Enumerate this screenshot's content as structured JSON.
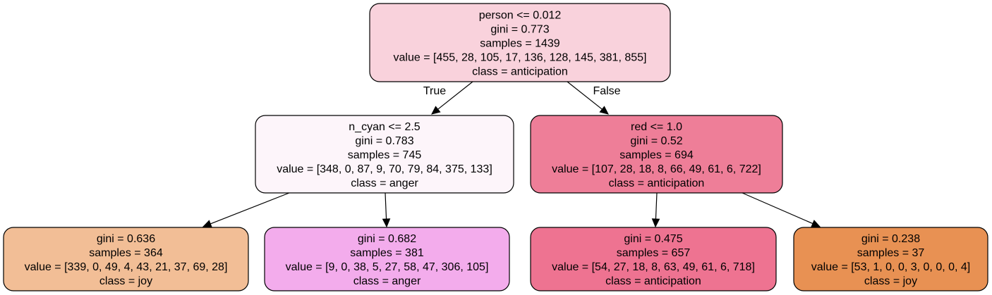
{
  "tree": {
    "nodes": [
      {
        "id": "root",
        "color": "#f9d2dc",
        "lines": [
          "person <= 0.012",
          "gini = 0.773",
          "samples = 1439",
          "value = [455, 28, 105, 17, 136, 128, 145, 381, 855]",
          "class = anticipation"
        ]
      },
      {
        "id": "left",
        "color": "#fdf5fa",
        "lines": [
          "n_cyan <= 2.5",
          "gini = 0.783",
          "samples = 745",
          "value = [348, 0, 87, 9, 70, 79, 84, 375, 133]",
          "class = anger"
        ]
      },
      {
        "id": "right",
        "color": "#ee7e98",
        "lines": [
          "red <= 1.0",
          "gini = 0.52",
          "samples = 694",
          "value = [107, 28, 18, 8, 66, 49, 61, 6, 722]",
          "class = anticipation"
        ]
      },
      {
        "id": "left-left",
        "color": "#f2be96",
        "lines": [
          "gini = 0.636",
          "samples = 364",
          "value = [339, 0, 49, 4, 43, 21, 37, 69, 28]",
          "class = joy"
        ]
      },
      {
        "id": "left-right",
        "color": "#f3acec",
        "lines": [
          "gini = 0.682",
          "samples = 381",
          "value = [9, 0, 38, 5, 27, 58, 47, 306, 105]",
          "class = anger"
        ]
      },
      {
        "id": "right-left",
        "color": "#ee7391",
        "lines": [
          "gini = 0.475",
          "samples = 657",
          "value = [54, 27, 18, 8, 63, 49, 61, 6, 718]",
          "class = anticipation"
        ]
      },
      {
        "id": "right-right",
        "color": "#e89153",
        "lines": [
          "gini = 0.238",
          "samples = 37",
          "value = [53, 1, 0, 0, 3, 0, 0, 0, 4]",
          "class = joy"
        ]
      }
    ],
    "edges": [
      {
        "from": "root",
        "to": "left",
        "label": "True"
      },
      {
        "from": "root",
        "to": "right",
        "label": "False"
      },
      {
        "from": "left",
        "to": "left-left",
        "label": ""
      },
      {
        "from": "left",
        "to": "left-right",
        "label": ""
      },
      {
        "from": "right",
        "to": "right-left",
        "label": ""
      },
      {
        "from": "right",
        "to": "right-right",
        "label": ""
      }
    ]
  }
}
